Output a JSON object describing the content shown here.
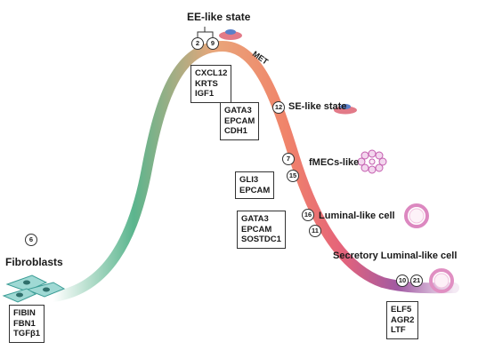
{
  "colors": {
    "curve_start": "#ffffff",
    "curve_green": "#5bb58e",
    "curve_peak": "#e9a67a",
    "curve_orange": "#f0846a",
    "curve_mid": "#e5637a",
    "curve_purple": "#a15aa3",
    "curve_end": "#f4eaf4"
  },
  "states": {
    "ee": "EE-like state",
    "met": "MET",
    "se": "SE-like state",
    "fmecs": "fMECs-like",
    "luminal": "Luminal-like cell",
    "secretory": "Secretory Luminal-like cell",
    "fibroblasts": "Fibroblasts"
  },
  "markers": {
    "fibroblast": [
      "FIBIN",
      "FBN1",
      "TGFβ1"
    ],
    "ee": [
      "CXCL12",
      "KRTS",
      "IGF1"
    ],
    "se": [
      "GATA3",
      "EPCAM",
      "CDH1"
    ],
    "fmecs": [
      "GLI3",
      "EPCAM"
    ],
    "luminal": [
      "GATA3",
      "EPCAM",
      "SOSTDC1"
    ],
    "secretory": [
      "ELF5",
      "AGR2",
      "LTF"
    ]
  },
  "numbers": {
    "fib": "6",
    "ee_a": "2",
    "ee_b": "9",
    "se": "12",
    "fm_a": "7",
    "fm_b": "15",
    "lum_a": "16",
    "lum_b": "11",
    "sec_a": "10",
    "sec_b": "21"
  }
}
